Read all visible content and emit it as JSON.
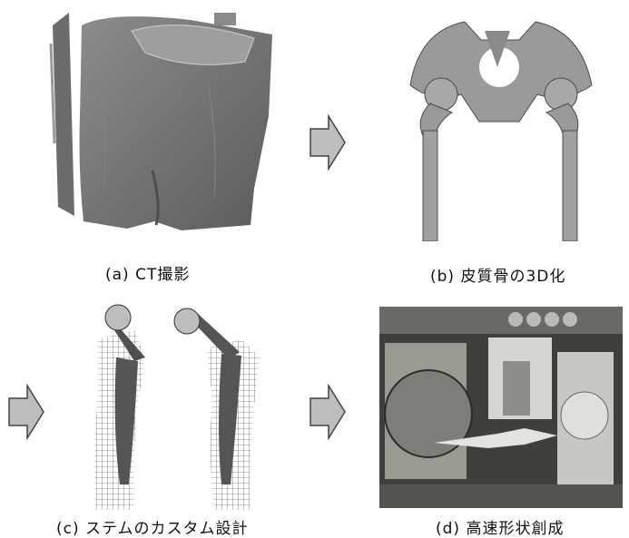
{
  "figure": {
    "panels": [
      {
        "id": "a",
        "caption": "(a) CT撮影"
      },
      {
        "id": "b",
        "caption": "(b) 皮質骨の3D化"
      },
      {
        "id": "c",
        "caption": "(c) ステムのカスタム設計"
      },
      {
        "id": "d",
        "caption": "(d) 高速形状創成"
      }
    ],
    "colors": {
      "arrow_fill": "#bdbdbd",
      "arrow_stroke": "#444444",
      "ct_volume": "#7a7a7a",
      "bone": "#9a9a9a",
      "stem": "#555555",
      "machine": "#5a5a55"
    }
  }
}
